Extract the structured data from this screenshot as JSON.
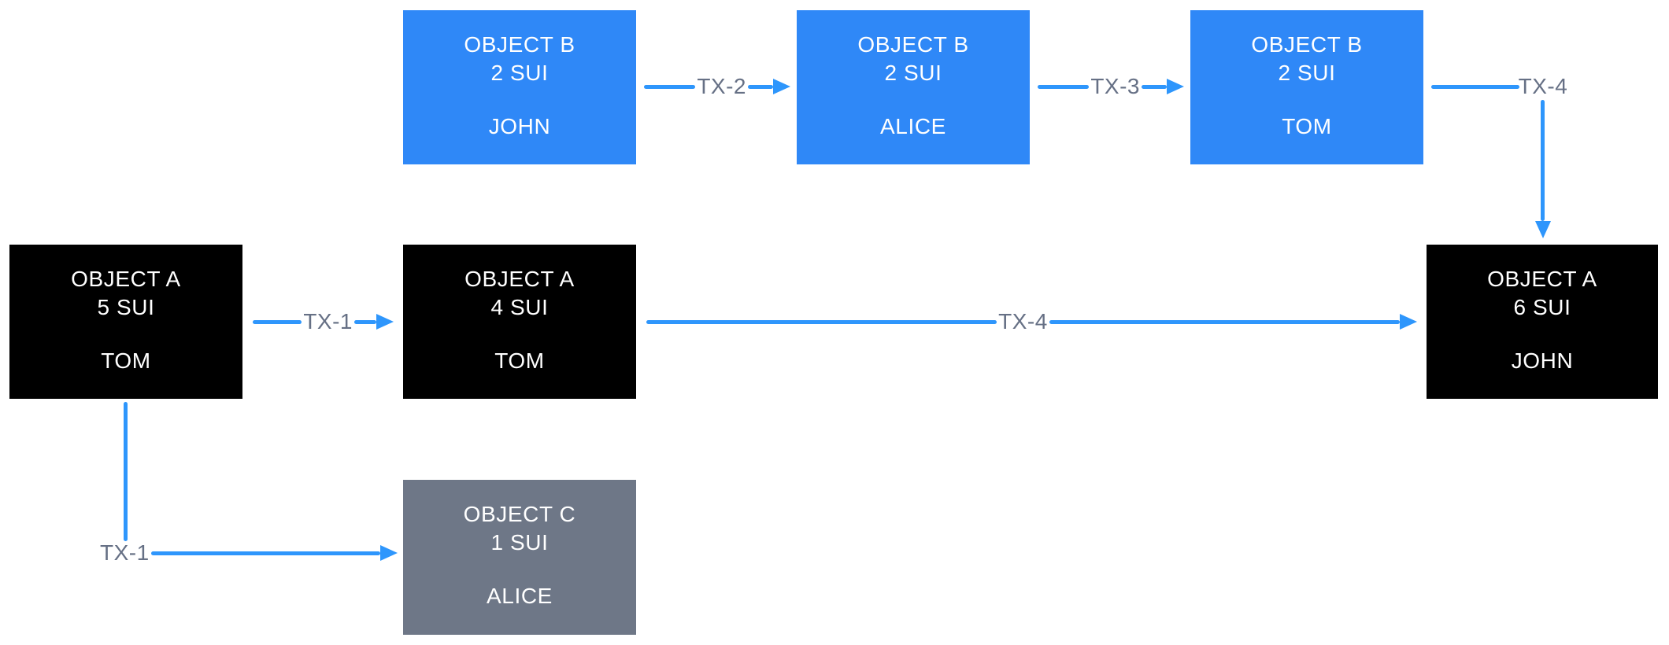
{
  "nodes": {
    "b_john": {
      "title": "OBJECT B",
      "amount": "2 SUI",
      "owner": "JOHN"
    },
    "b_alice": {
      "title": "OBJECT B",
      "amount": "2 SUI",
      "owner": "ALICE"
    },
    "b_tom": {
      "title": "OBJECT B",
      "amount": "2 SUI",
      "owner": "TOM"
    },
    "a_tom_5": {
      "title": "OBJECT A",
      "amount": "5 SUI",
      "owner": "TOM"
    },
    "a_tom_4": {
      "title": "OBJECT A",
      "amount": "4 SUI",
      "owner": "TOM"
    },
    "a_john_6": {
      "title": "OBJECT A",
      "amount": "6 SUI",
      "owner": "JOHN"
    },
    "c_alice": {
      "title": "OBJECT C",
      "amount": "1 SUI",
      "owner": "ALICE"
    }
  },
  "edges": {
    "tx1_a": {
      "label": "TX-1"
    },
    "tx1_b": {
      "label": "TX-1"
    },
    "tx2": {
      "label": "TX-2"
    },
    "tx3": {
      "label": "TX-3"
    },
    "tx4_a": {
      "label": "TX-4"
    },
    "tx4_b": {
      "label": "TX-4"
    }
  },
  "colors": {
    "object_blue": "#2F88F7",
    "object_black": "#000000",
    "object_gray": "#6E7787",
    "arrow_blue": "#2E96FC",
    "label_gray": "#667085",
    "text_white": "#FFFFFF",
    "background": "#FFFFFF"
  }
}
